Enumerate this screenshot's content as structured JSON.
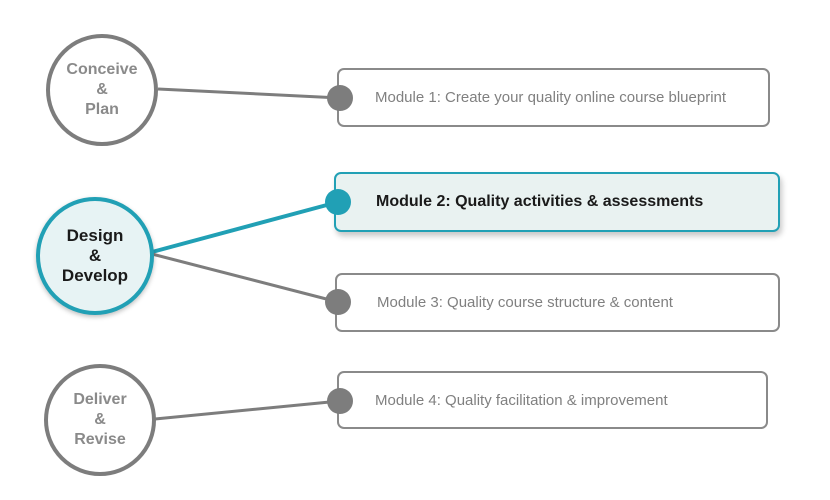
{
  "phases": [
    {
      "id": "conceive",
      "lines": [
        "Conceive",
        "&",
        "Plan"
      ],
      "active": false
    },
    {
      "id": "design",
      "lines": [
        "Design",
        "&",
        "Develop"
      ],
      "active": true
    },
    {
      "id": "deliver",
      "lines": [
        "Deliver",
        "&",
        "Revise"
      ],
      "active": false
    }
  ],
  "modules": [
    {
      "label": "Module 1: Create your quality online course blueprint",
      "active": false
    },
    {
      "label": "Module 2: Quality activities & assessments",
      "active": true
    },
    {
      "label": "Module 3: Quality course structure & content",
      "active": false
    },
    {
      "label": "Module 4: Quality facilitation & improvement",
      "active": false
    }
  ],
  "colors": {
    "accent": "#21a0b5",
    "inactive": "#7d7d7d",
    "active_fill": "#e9f2f1"
  }
}
